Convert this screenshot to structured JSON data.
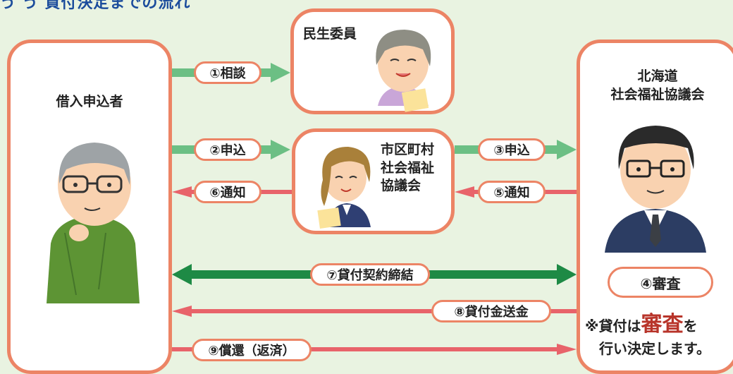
{
  "header": {
    "text": "う う 貸付決定までの流れ"
  },
  "actors": {
    "applicant": "借入申込者",
    "welfare_commissioner": "民生委員",
    "municipal_council": "市区町村\n社会福祉\n協議会",
    "hokkaido_council": "北海道\n社会福祉協議会"
  },
  "steps": {
    "s1": "①相談",
    "s2": "②申込",
    "s3": "③申込",
    "s4": "④審査",
    "s5": "⑤通知",
    "s6": "⑥通知",
    "s7": "⑦貸付契約締結",
    "s8": "⑧貸付金送金",
    "s9": "⑨償還（返済）"
  },
  "note": {
    "prefix": "※貸付は",
    "emph": "審査",
    "suffix": "を\n　行い決定します。"
  },
  "colors": {
    "forward": "#6cbf84",
    "back": "#e8636a",
    "contract": "#1e8a45",
    "border": "#ec8465",
    "background": "#e9f3e1"
  }
}
